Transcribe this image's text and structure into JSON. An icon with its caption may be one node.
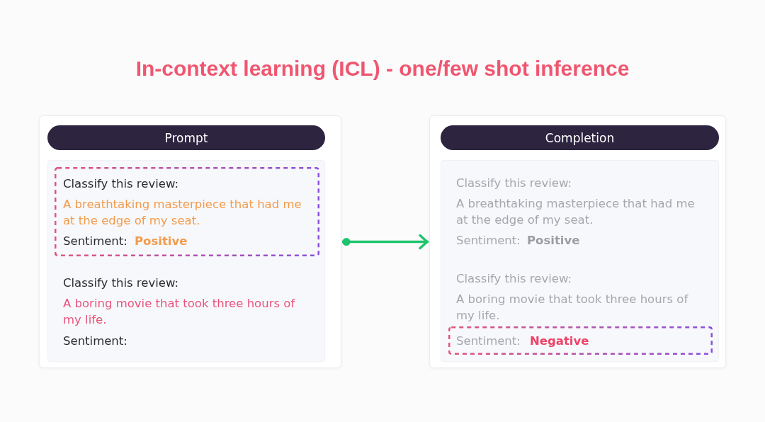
{
  "diagram": {
    "title": "In-context learning (ICL) - one/few shot inference",
    "nodes": [
      {
        "text": [],
        "shape": "box"
      },
      {
        "text": [
          "Prompt"
        ],
        "in": 0
      },
      {
        "text": [
          "Classify this review:",
          "A boring movie that took three hours of my life.",
          "Sentiment:"
        ],
        "in": 0
      },
      {
        "text": [
          "Classify this review:",
          "A breathtaking masterpiece that had me at the edge of my seat.",
          "Sentiment:",
          "Positive"
        ],
        "in": 2
      },
      {
        "text": [],
        "shape": "box"
      },
      {
        "text": [
          "Completion"
        ],
        "in": 4
      },
      {
        "text": [
          "Classify this review:",
          "A breathtaking masterpiece that had me at the edge of my seat.",
          "Sentiment:",
          "Positive",
          "Classify this review:",
          "A boring movie that took three hours of my life."
        ],
        "in": 4
      },
      {
        "text": [
          "Sentiment:",
          "Negative"
        ],
        "in": 6
      }
    ],
    "edges": [
      {
        "from": 0,
        "to": 4,
        "arrow": "to"
      }
    ]
  }
}
